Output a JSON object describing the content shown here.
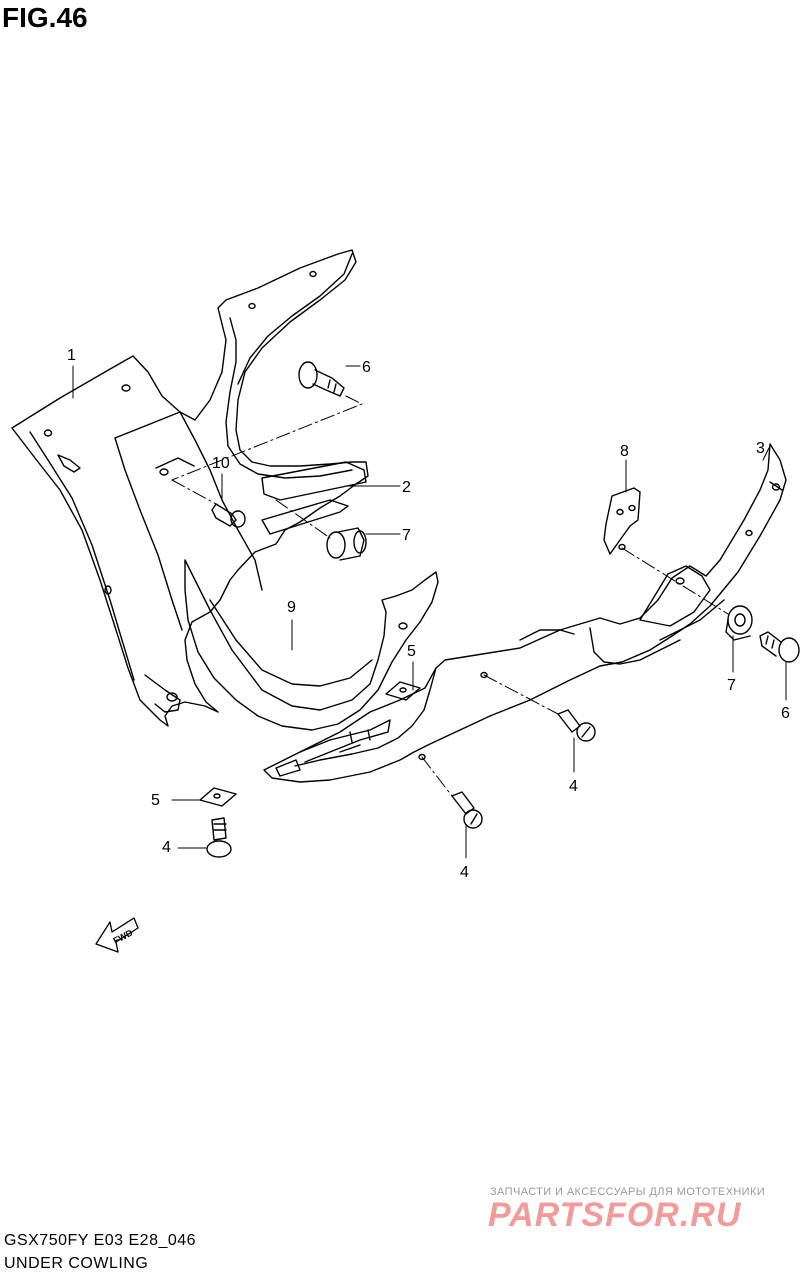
{
  "figure": {
    "title": "FIG.46"
  },
  "callouts": [
    "1",
    "2",
    "3",
    "4",
    "4",
    "4",
    "5",
    "5",
    "6",
    "6",
    "7",
    "7",
    "8",
    "9",
    "10"
  ],
  "fwd_arrow": {
    "label": "FWD"
  },
  "footer": {
    "model_code": "GSX750FY E03 E28_046",
    "diagram_name": "UNDER COWLING"
  },
  "watermark": {
    "tagline": "ЗАПЧАСТИ И АКСЕССУАРЫ ДЛЯ МОТОТЕХНИКИ",
    "logo_text": "PARTSFOR.RU"
  }
}
